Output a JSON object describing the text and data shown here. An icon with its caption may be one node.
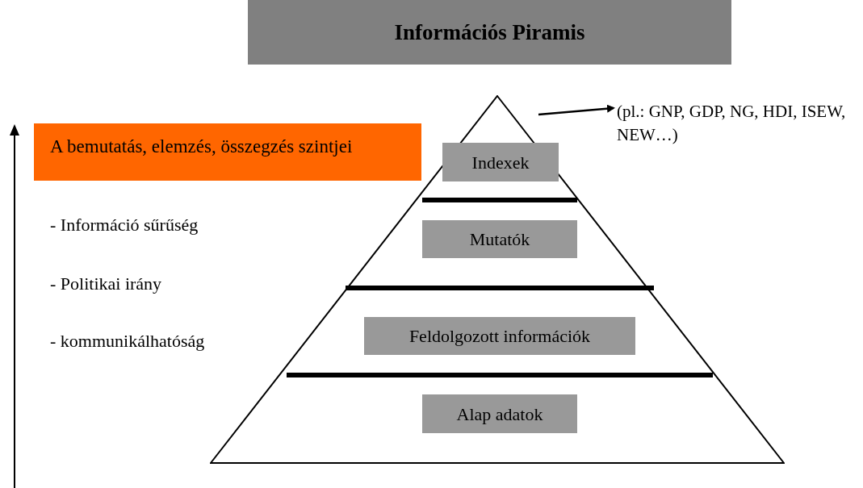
{
  "diagram": {
    "title": "Információs Piramis",
    "nodes": [
      {
        "text": [
          "A bemutatás, elemzés, összegzés szintjei"
        ]
      },
      {
        "text": [],
        "shape": "triangle"
      },
      {
        "text": [
          "Indexek"
        ],
        "in": 1
      },
      {
        "text": [
          "Mutatók"
        ],
        "in": 1
      },
      {
        "text": [
          "Feldolgozott információk"
        ],
        "in": 1
      },
      {
        "text": [
          "Alap adatok"
        ],
        "in": 1
      },
      {
        "text": [
          "(pl.: GNP, GDP, NG, HDI, ISEW, NEW…)"
        ]
      }
    ],
    "edges": [
      {
        "from": null,
        "to": 6,
        "arrow": "to"
      }
    ],
    "labels": [
      "- Információ sűrűség",
      "- Politikai irány",
      "- kommunikálhatóság"
    ]
  }
}
